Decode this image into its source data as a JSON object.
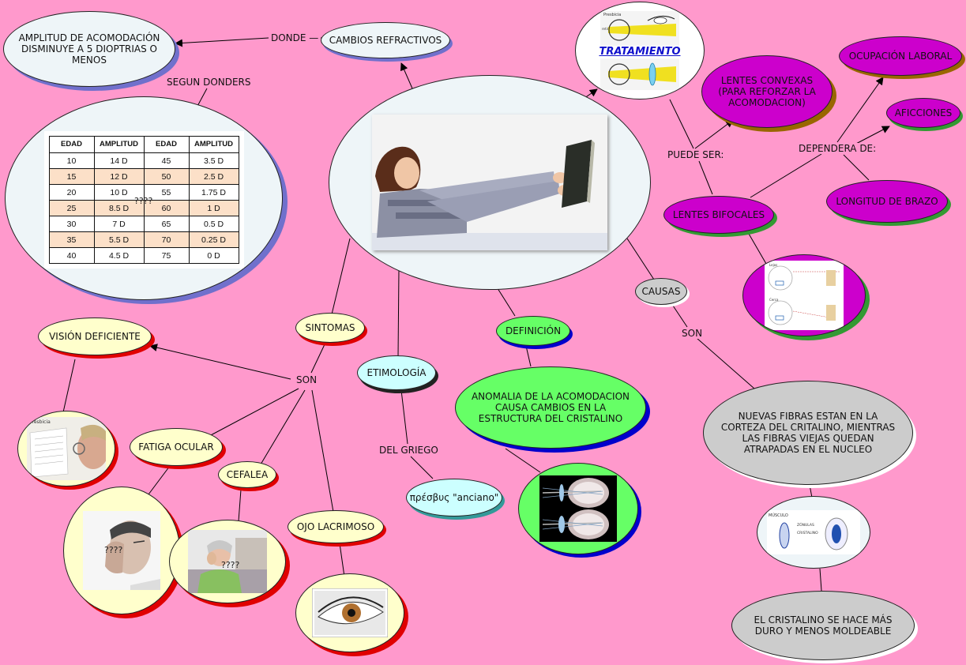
{
  "nodes": {
    "amplitud": "AMPLITUD DE ACOMODACIÓN DISMINUYE A 5 DIOPTRIAS O MENOS",
    "cambios_refractivos": "CAMBIOS REFRACTIVOS",
    "tratamiento": "TRATAMIENTO",
    "lentes_convexas": "LENTES CONVEXAS (PARA REFORZAR LA ACOMODACION)",
    "ocupacion_laboral": "OCUPACIÓN LABORAL",
    "aficiones": "AFICCIONES",
    "longitud_brazo": "LONGITUD DE BRAZO",
    "lentes_bifocales": "LENTES BIFOCALES",
    "causas": "CAUSAS",
    "sintomas": "SINTOMAS",
    "vision_deficiente": "VISIÓN DEFICIENTE",
    "fatiga_ocular": "FATIGA OCULAR",
    "cefalea": "CEFALEA",
    "ojo_lacrimoso": "OJO LACRIMOSO",
    "etimologia": "ETIMOLOGÍA",
    "definicion": "DEFINICIÓN",
    "presbys": "πρέσβυς \"anciano\"",
    "anomalia": "ANOMALIA DE LA ACOMODACION CAUSA CAMBIOS EN LA ESTRUCTURA DEL CRISTALINO",
    "nuevas_fibras": "NUEVAS FIBRAS ESTAN EN LA CORTEZA DEL CRITALINO, MIENTRAS LAS FIBRAS VIEJAS QUEDAN ATRAPADAS EN EL NUCLEO",
    "cristalino_duro": "EL CRISTALINO SE HACE MÁS DURO Y MENOS MOLDEABLE"
  },
  "labels": {
    "donde": "DONDE —",
    "segun_donders": "SEGUN DONDERS",
    "puede_ser": "PUEDE SER:",
    "dependera_de": "DEPENDERA DE:",
    "son_causas": "SON",
    "son_sintomas": "SON",
    "del_griego": "DEL GRIEGO",
    "question_marks": "????"
  },
  "image_text": {
    "presbicia": "Presbicia",
    "retina": "retina",
    "musculo": "MÚSCULO",
    "zonulas": "ZÓNULAS",
    "cristalino": "CRISTALINO",
    "lejos": "Lejos",
    "cerca": "Cerca"
  },
  "donders_table": {
    "headers": [
      "EDAD",
      "AMPLITUD",
      "EDAD",
      "AMPLITUD"
    ],
    "rows": [
      [
        "10",
        "14 D",
        "45",
        "3.5 D"
      ],
      [
        "15",
        "12 D",
        "50",
        "2.5 D"
      ],
      [
        "20",
        "10 D",
        "55",
        "1.75 D"
      ],
      [
        "25",
        "8.5 D",
        "60",
        "1 D"
      ],
      [
        "30",
        "7 D",
        "65",
        "0.5 D"
      ],
      [
        "35",
        "5.5 D",
        "70",
        "0.25 D"
      ],
      [
        "40",
        "4.5 D",
        "75",
        "0 D"
      ]
    ]
  },
  "colors": {
    "background": "#ff99cc",
    "light_node": "#eef5f8",
    "purple_node": "#cc00cc",
    "yellow_node": "#ffffcc",
    "cyan_node": "#ccffff",
    "green_node": "#66ff66",
    "gray_node": "#cccccc",
    "link_blue": "#1010cc"
  }
}
